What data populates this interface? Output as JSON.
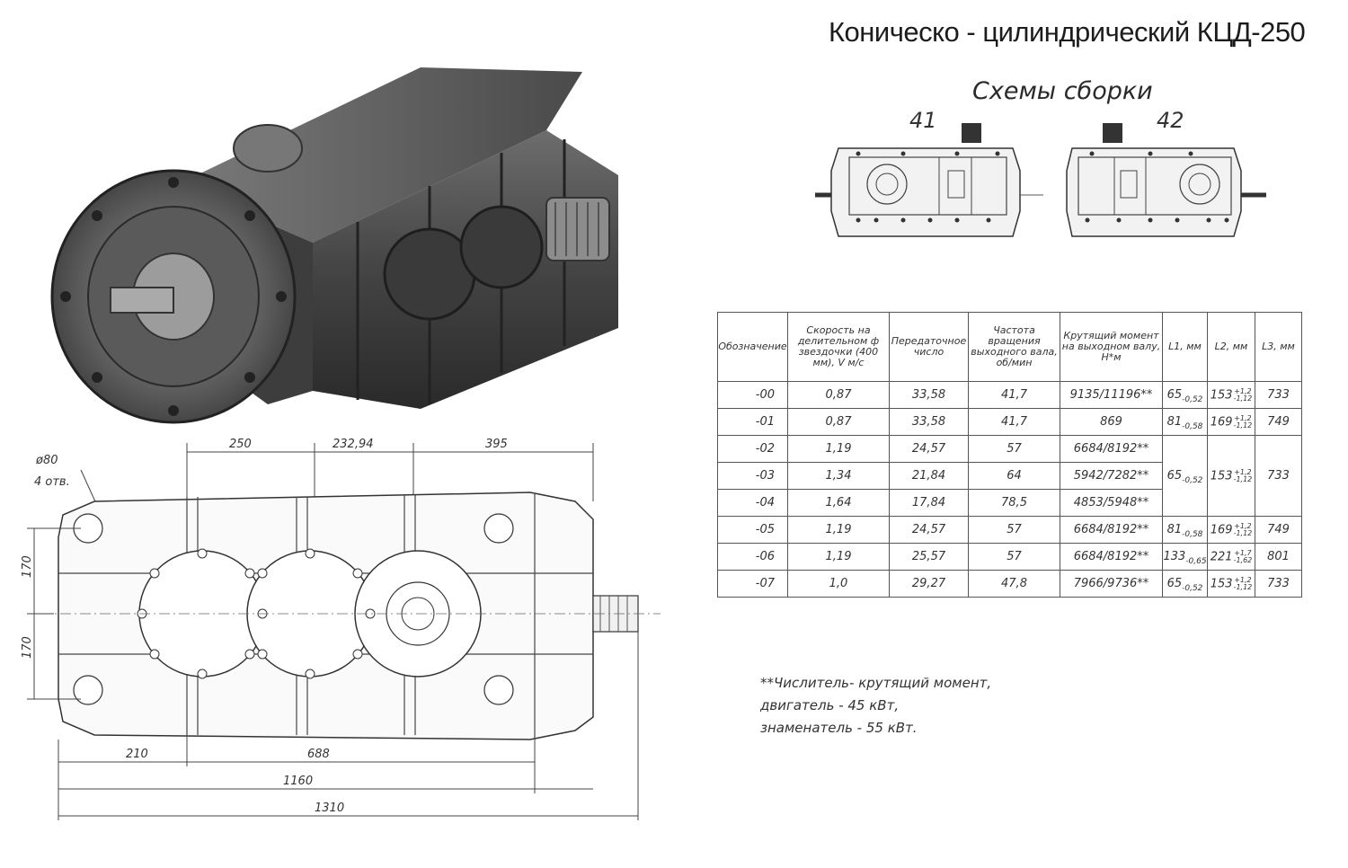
{
  "header": {
    "title": "Коническо - цилиндрический КЦД-250",
    "subtitle": "Схемы сборки",
    "scheme_left": "41",
    "scheme_right": "42"
  },
  "drawing": {
    "dims_top": [
      "250",
      "232,94",
      "395"
    ],
    "hole_label": "ø80",
    "hole_count": "4 отв.",
    "dims_side": [
      "170",
      "170"
    ],
    "dims_bottom": [
      "210",
      "688",
      "1160",
      "1310"
    ]
  },
  "table": {
    "headers": [
      "Обозначение",
      "Скорость на делительном ф звездочки (400 мм), V м/с",
      "Передаточное число",
      "Частота вращения выходного вала, об/мин",
      "Крутящий момент на выходном валу, Н*м",
      "L1, мм",
      "L2, мм",
      "L3, мм"
    ],
    "rows": [
      {
        "code": "-00",
        "speed": "0,87",
        "ratio": "33,58",
        "freq": "41,7",
        "torque": "9135/11196**",
        "l1": "65",
        "l1_tol": "-0,52",
        "l2": "153",
        "l2_up": "+1,2",
        "l2_lo": "-1,12",
        "l3": "733"
      },
      {
        "code": "-01",
        "speed": "0,87",
        "ratio": "33,58",
        "freq": "41,7",
        "torque": "869",
        "l1": "81",
        "l1_tol": "-0,58",
        "l2": "169",
        "l2_up": "+1,2",
        "l2_lo": "-1,12",
        "l3": "749"
      },
      {
        "code": "-02",
        "speed": "1,19",
        "ratio": "24,57",
        "freq": "57",
        "torque": "6684/8192**"
      },
      {
        "code": "-03",
        "speed": "1,34",
        "ratio": "21,84",
        "freq": "64",
        "torque": "5942/7282**",
        "l1": "65",
        "l1_tol": "-0,52",
        "l2": "153",
        "l2_up": "+1,2",
        "l2_lo": "-1,12",
        "l3": "733"
      },
      {
        "code": "-04",
        "speed": "1,64",
        "ratio": "17,84",
        "freq": "78,5",
        "torque": "4853/5948**"
      },
      {
        "code": "-05",
        "speed": "1,19",
        "ratio": "24,57",
        "freq": "57",
        "torque": "6684/8192**",
        "l1": "81",
        "l1_tol": "-0,58",
        "l2": "169",
        "l2_up": "+1,2",
        "l2_lo": "-1,12",
        "l3": "749"
      },
      {
        "code": "-06",
        "speed": "1,19",
        "ratio": "25,57",
        "freq": "57",
        "torque": "6684/8192**",
        "l1": "133",
        "l1_tol": "-0,65",
        "l2": "221",
        "l2_up": "+1,7",
        "l2_lo": "-1,62",
        "l3": "801"
      },
      {
        "code": "-07",
        "speed": "1,0",
        "ratio": "29,27",
        "freq": "47,8",
        "torque": "7966/9736**",
        "l1": "65",
        "l1_tol": "-0,52",
        "l2": "153",
        "l2_up": "+1,2",
        "l2_lo": "-1,12",
        "l3": "733"
      }
    ]
  },
  "footnote": {
    "line1": "**Числитель- крутящий момент,",
    "line2": "двигатель - 45 кВт,",
    "line3": "знаменатель - 55 кВт."
  }
}
